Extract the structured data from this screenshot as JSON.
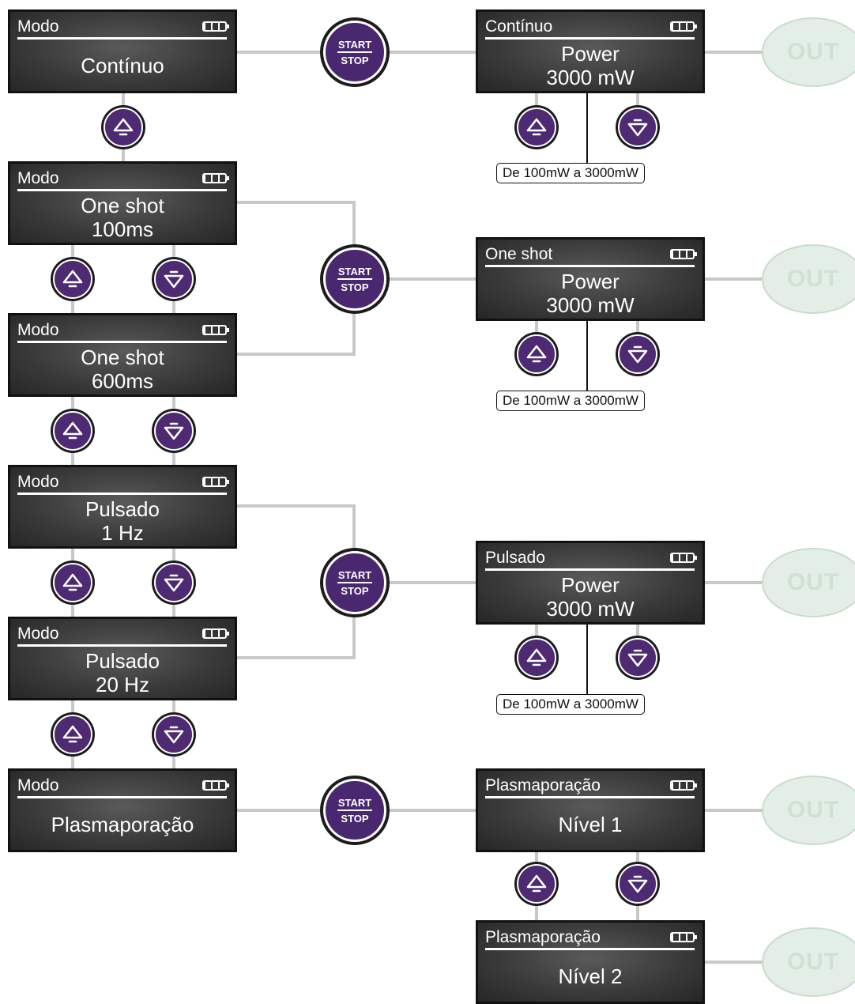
{
  "colors": {
    "button_fill": "#4d2a71",
    "line": "#c8c8c8",
    "screen_bg": "#3b3b3b",
    "out_fill": "#e3efe6"
  },
  "icons": {
    "up": "triangle-up-icon",
    "down": "triangle-down-icon",
    "battery": "battery-icon"
  },
  "startstop": {
    "start": "START",
    "stop": "STOP"
  },
  "out_label": "OUT",
  "range_text": "De 100mW a 3000mW",
  "mode_screens": [
    {
      "title": "Modo",
      "lines": [
        "Contínuo"
      ]
    },
    {
      "title": "Modo",
      "lines": [
        "One shot",
        "100ms"
      ]
    },
    {
      "title": "Modo",
      "lines": [
        "One shot",
        "600ms"
      ]
    },
    {
      "title": "Modo",
      "lines": [
        "Pulsado",
        "1 Hz"
      ]
    },
    {
      "title": "Modo",
      "lines": [
        "Pulsado",
        "20 Hz"
      ]
    },
    {
      "title": "Modo",
      "lines": [
        "Plasmaporação"
      ]
    }
  ],
  "setting_screens": [
    {
      "title": "Contínuo",
      "lines": [
        "Power",
        "3000 mW"
      ]
    },
    {
      "title": "One shot",
      "lines": [
        "Power",
        "3000 mW"
      ]
    },
    {
      "title": "Pulsado",
      "lines": [
        "Power",
        "3000 mW"
      ]
    },
    {
      "title": "Plasmaporação",
      "lines": [
        "Nível 1"
      ]
    },
    {
      "title": "Plasmaporação",
      "lines": [
        "Nível 2"
      ]
    }
  ]
}
